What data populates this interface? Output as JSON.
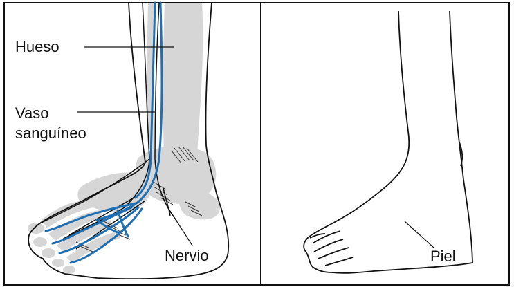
{
  "labels": {
    "bone": "Hueso",
    "vessel_line1": "Vaso",
    "vessel_line2": "sanguíneo",
    "nerve": "Nervio",
    "skin": "Piel"
  },
  "colors": {
    "bone": "#d6d6d6",
    "vessel": "#1f6fb2",
    "outline": "#111111",
    "background": "#ffffff"
  }
}
